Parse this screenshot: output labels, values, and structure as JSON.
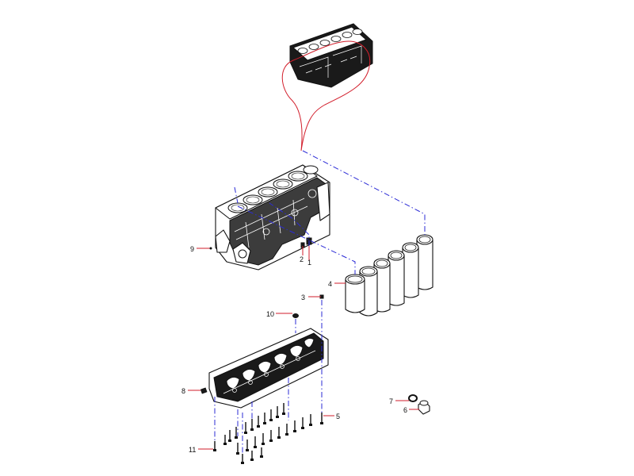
{
  "callouts": {
    "c1": "1",
    "c2": "2",
    "c3": "3",
    "c4": "4",
    "c5": "5",
    "c6": "6",
    "c7": "7",
    "c8": "8",
    "c9": "9",
    "c10": "10",
    "c11": "11"
  },
  "colors": {
    "leader": "#d21e2b",
    "assembly_line": "#2b2bd6",
    "outline": "#111111"
  }
}
